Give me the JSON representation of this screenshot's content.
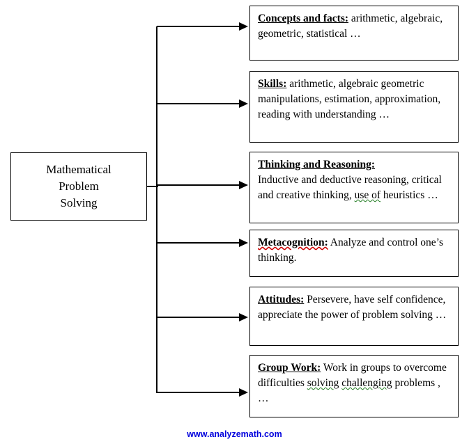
{
  "diagram": {
    "title": "Mathematical Problem Solving components",
    "root": {
      "line1": "Mathematical",
      "line2": "Problem",
      "line3": "Solving"
    },
    "nodes": [
      {
        "id": "concepts-and-facts",
        "title": "Concepts and facts:",
        "body": " arithmetic, algebraic, geometric, statistical …",
        "body_plain": "arithmetic, algebraic, geometric, statistical …"
      },
      {
        "id": "skills",
        "title": "Skills:",
        "body": " arithmetic, algebraic geometric manipulations, estimation, approximation, reading with understanding …",
        "body_plain": "arithmetic, algebraic geometric manipulations, estimation, approximation, reading with understanding …"
      },
      {
        "id": "thinking-and-reasoning",
        "title": "Thinking and Reasoning:",
        "body_part1": "Inductive and deductive reasoning, critical and creative thinking, ",
        "body_misspelled": "use  of",
        "body_part2": " heuristics …",
        "body_plain": "Inductive and deductive reasoning, critical and creative thinking, use of heuristics …"
      },
      {
        "id": "metacognition",
        "title": "Metacognition:",
        "body": " Analyze and control one’s thinking.",
        "body_plain": "Analyze and control one’s thinking."
      },
      {
        "id": "attitudes",
        "title": "Attitudes:",
        "body": " Persevere, have self confidence, appreciate the power of problem solving …",
        "body_plain": "Persevere, have self confidence, appreciate the power of problem solving …"
      },
      {
        "id": "group-work",
        "title": "Group Work:",
        "body_part1": " Work in groups to overcome difficulties ",
        "body_misspelled1": "solving",
        "body_mid": " ",
        "body_misspelled2": "challenging",
        "body_part2": " problems , …",
        "body_plain": "Work in groups to overcome difficulties solving challenging problems , …"
      }
    ]
  },
  "footer": {
    "url": "www.analyzemath.com"
  },
  "colors": {
    "stroke": "#000000",
    "background": "#ffffff",
    "link": "#0000dd",
    "spell_error_red": "#cc0000",
    "spell_error_green": "#1f7a1f"
  }
}
